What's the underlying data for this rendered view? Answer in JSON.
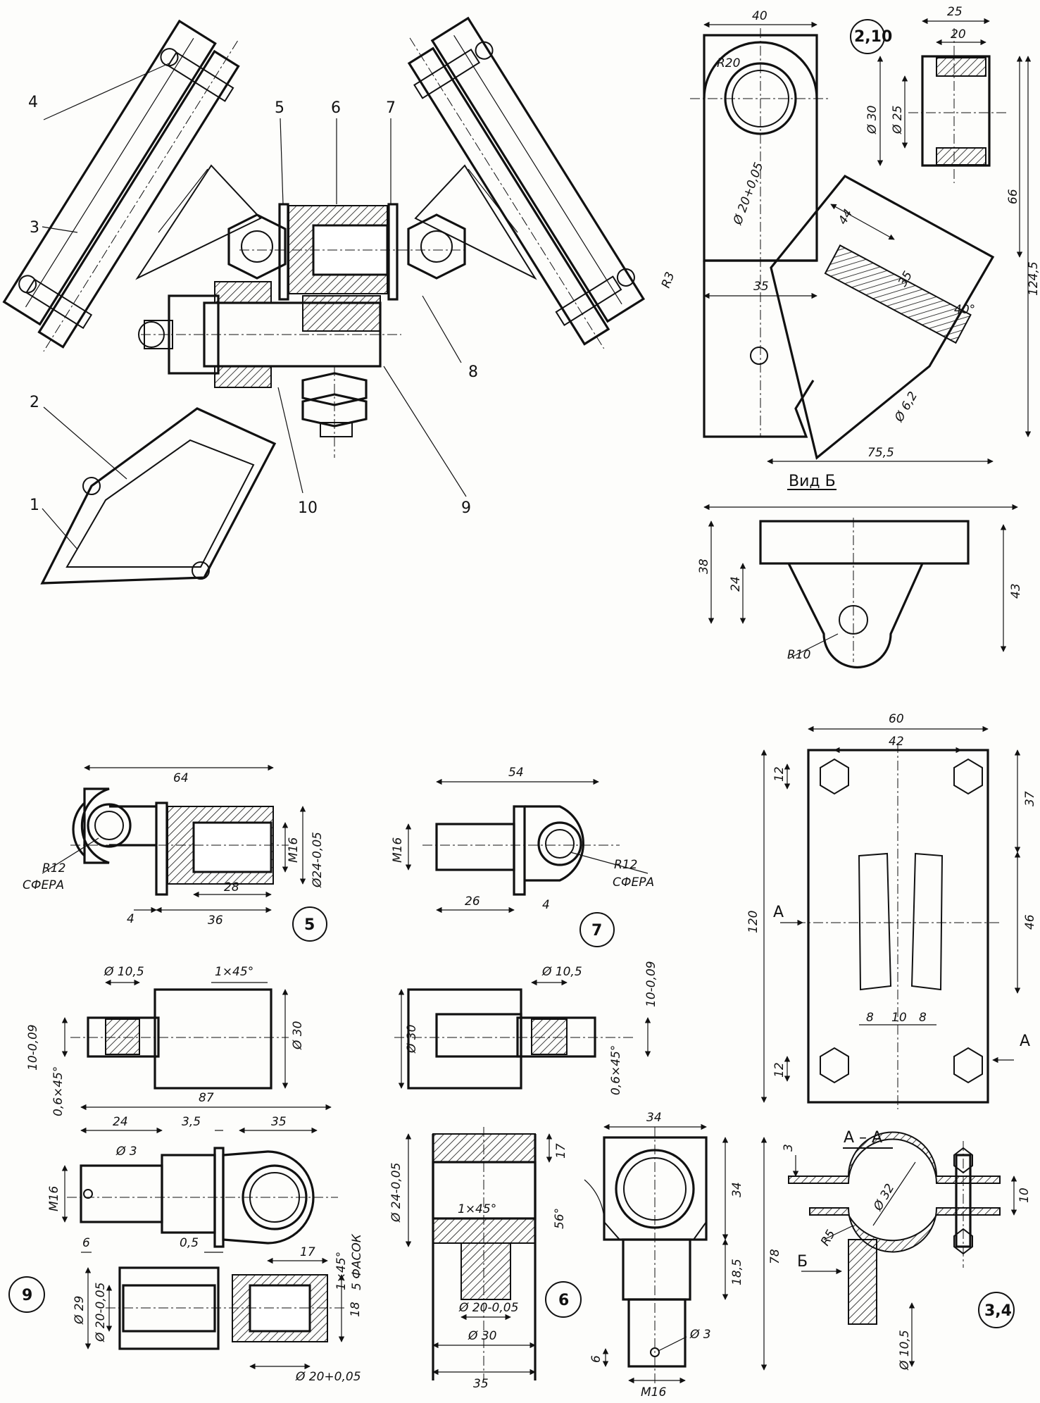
{
  "assembly_labels": [
    "1",
    "2",
    "3",
    "4",
    "5",
    "6",
    "7",
    "8",
    "9",
    "10"
  ],
  "part_210": {
    "balloon": "2,10",
    "dims": [
      "40",
      "R20",
      "Ø 20+0,05",
      "R3",
      "35",
      "44",
      "35",
      "40°",
      "Ø 6,2",
      "75,5",
      "25",
      "20",
      "Ø 30",
      "Ø 25",
      "66",
      "124,5"
    ]
  },
  "view_b": {
    "title": "Вид Б",
    "dims": [
      "38",
      "24",
      "43",
      "R10"
    ]
  },
  "part_5": {
    "balloon": "5",
    "dims": [
      "64",
      "M16",
      "Ø24-0,05",
      "R12",
      "СФЕРА",
      "28",
      "4",
      "36",
      "Ø 10,5",
      "1×45°",
      "10-0,09",
      "Ø 30",
      "0,6×45°"
    ]
  },
  "part_7": {
    "balloon": "7",
    "dims": [
      "54",
      "M16",
      "R12",
      "СФЕРА",
      "26",
      "4",
      "Ø 10,5",
      "10-0,09",
      "Ø 30",
      "0,6×45°"
    ]
  },
  "part_34": {
    "balloon": "3,4",
    "dims": [
      "60",
      "42",
      "12",
      "37",
      "120",
      "46",
      "8",
      "10",
      "8",
      "12",
      "A",
      "A"
    ],
    "section_title": "A – A",
    "section_dims": [
      "3",
      "Ø 32",
      "10",
      "R5",
      "Б",
      "Ø 10,5"
    ]
  },
  "part_9": {
    "balloon": "9",
    "dims": [
      "87",
      "24",
      "3,5",
      "35",
      "Ø 3",
      "M16",
      "6",
      "0,5",
      "17",
      "1×45°",
      "5 ФАСОК",
      "Ø 29",
      "Ø 20-0,05",
      "18",
      "Ø 20+0,05"
    ]
  },
  "part_6": {
    "balloon": "6",
    "dims": [
      "Ø 24-0,05",
      "17",
      "1×45°",
      "Ø 20-0,05",
      "Ø 30",
      "35"
    ]
  },
  "part_8": {
    "dims": [
      "34",
      "34",
      "56°",
      "18,5",
      "78",
      "Ø 3",
      "6",
      "M16"
    ]
  }
}
